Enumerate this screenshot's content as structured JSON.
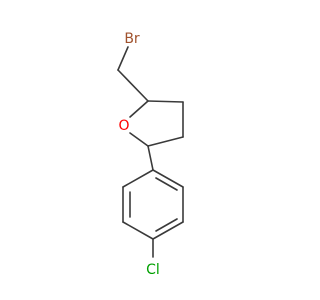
{
  "molecule": {
    "atoms": {
      "bromine": "Br",
      "oxygen": "O",
      "chlorine": "Cl"
    },
    "colors": {
      "bond": "#3a3a3a",
      "bromine": "#a0522d",
      "oxygen": "#ff0000",
      "chlorine": "#00a000"
    }
  }
}
